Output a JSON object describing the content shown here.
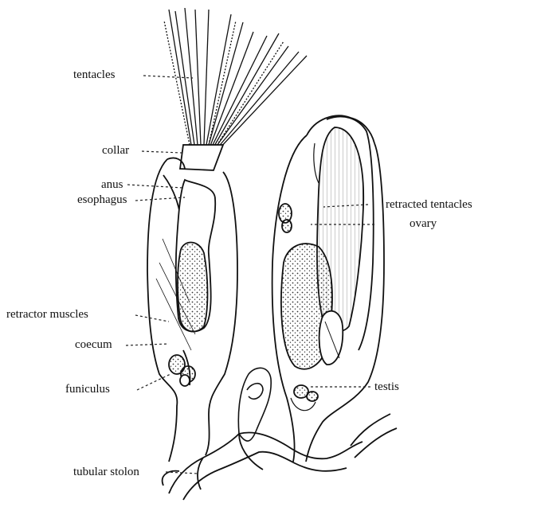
{
  "labels": {
    "tentacles": "tentacles",
    "collar": "collar",
    "anus": "anus",
    "esophagus": "esophagus",
    "retracted_tentacles": "retracted tentacles",
    "ovary": "ovary",
    "retractor_muscles": "retractor muscles",
    "coecum": "coecum",
    "funiculus": "funiculus",
    "testis": "testis",
    "tubular_stolon": "tubular stolon"
  }
}
